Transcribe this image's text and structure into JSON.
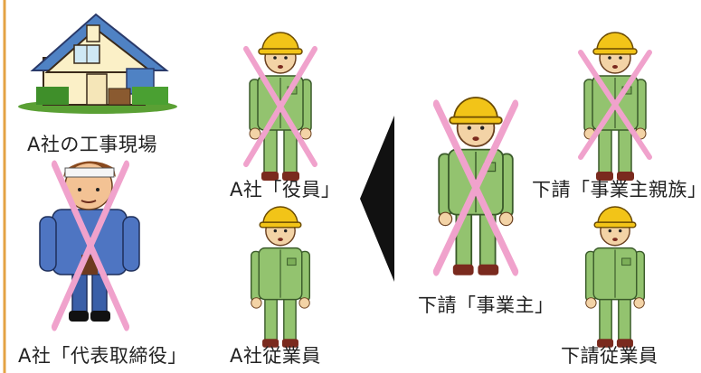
{
  "labels": {
    "site": "A社の工事現場",
    "a_officer": "A社「役員」",
    "a_president": "A社「代表取締役」",
    "a_employee": "A社従業員",
    "sub_owner": "下請「事業主」",
    "sub_family": "下請「事業主親族」",
    "sub_employee": "下請従業員"
  },
  "colors": {
    "border": "#e4a344",
    "cross": "#f0a2cc",
    "worker_suit": "#93c36f",
    "helmet": "#f2c418",
    "president_suit": "#4e75c2",
    "arrow": "#111111"
  },
  "icons": {
    "site": "house-icon",
    "a_officer": "worker-icon",
    "a_president": "president-icon",
    "a_employee": "worker-icon",
    "sub_owner": "worker-icon",
    "sub_family": "worker-icon",
    "sub_employee": "worker-icon",
    "arrow": "arrow-left-icon"
  },
  "excluded": {
    "a_officer": true,
    "a_president": true,
    "a_employee": false,
    "sub_owner": true,
    "sub_family": true,
    "sub_employee": false
  }
}
